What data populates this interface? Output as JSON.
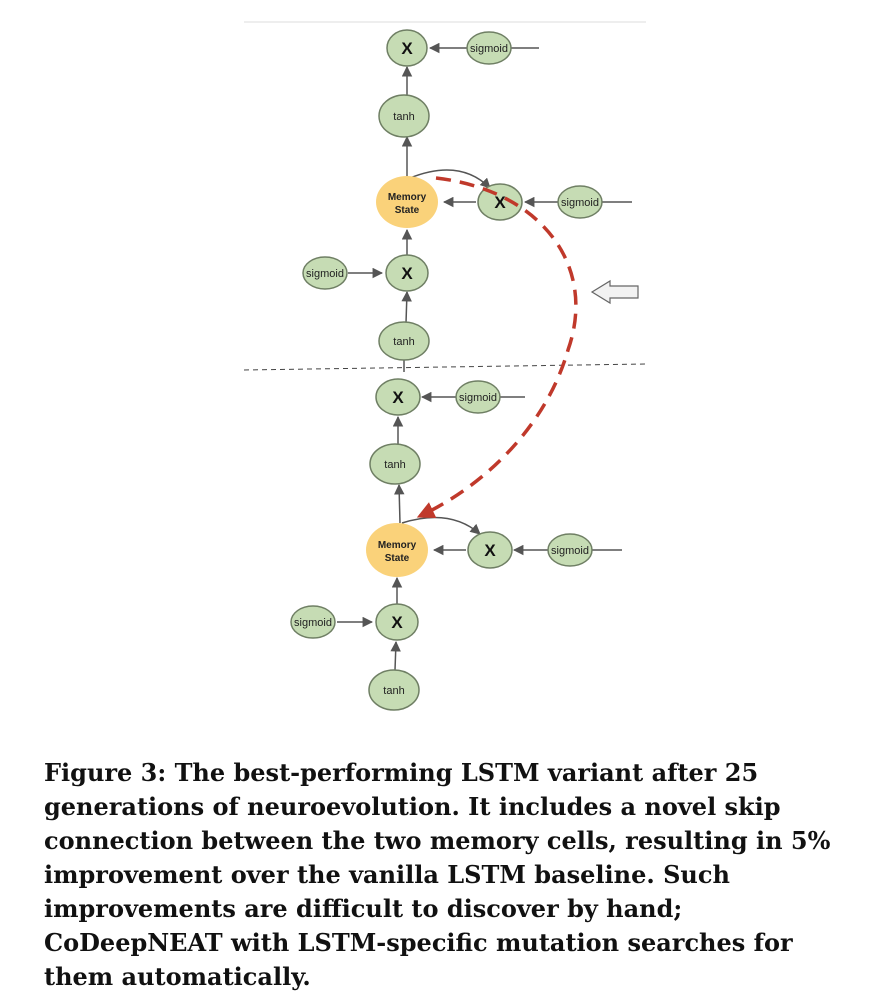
{
  "figure": {
    "labels": {
      "multiply": "X",
      "sigmoid": "sigmoid",
      "tanh": "tanh",
      "memory_state_line1": "Memory",
      "memory_state_line2": "State"
    }
  },
  "caption": {
    "text": "Figure 3: The best-performing LSTM variant after 25 generations of neuroevolution. It includes a novel skip connection between the two memory cells, resulting in 5% improvement over the vanilla LSTM baseline. Such improvements are difficult to discover by hand; CoDeepNEAT with LSTM-specific mutation searches for them automatically."
  },
  "colors": {
    "node_fill": "#c6dcb4",
    "memory_fill": "#fad27a",
    "skip_connection": "#c0392b"
  }
}
